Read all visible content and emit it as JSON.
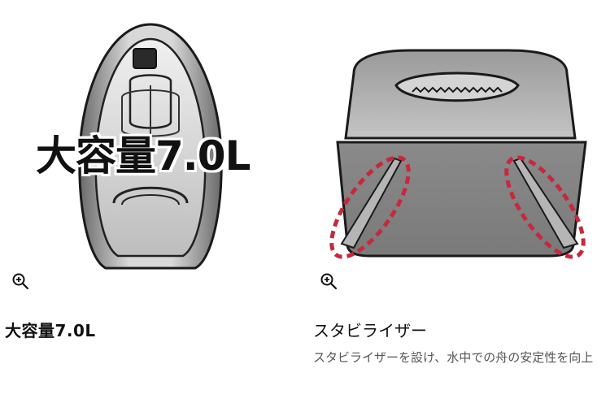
{
  "cards": [
    {
      "overlay_text": "大容量7.0L",
      "title": "大容量7.0L",
      "zoom_icon": "zoom-in-icon"
    },
    {
      "title": "スタビライザー",
      "description": "スタビライザーを設け、水中での舟の安定性を向上",
      "zoom_icon": "zoom-in-icon",
      "highlight_color": "#c8283c"
    }
  ]
}
